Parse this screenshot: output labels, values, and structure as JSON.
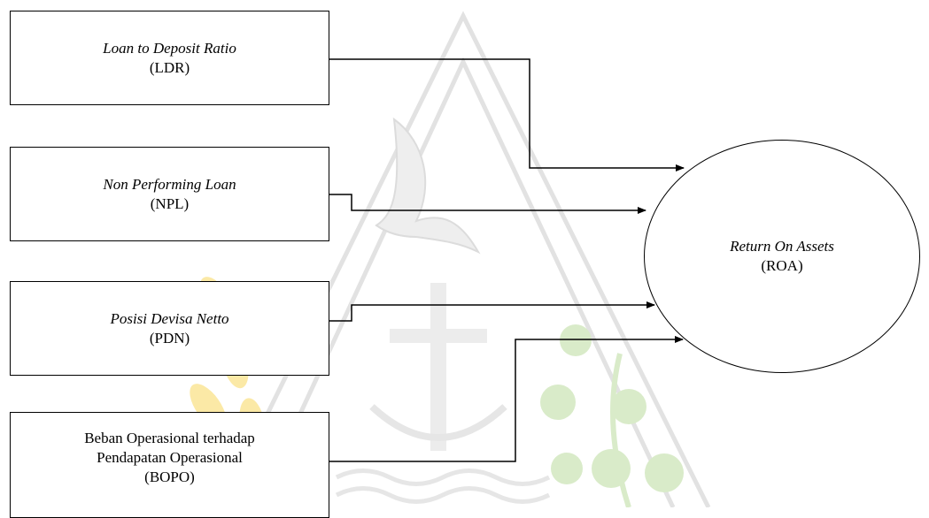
{
  "diagram": {
    "independent_variables": [
      {
        "name": "Loan to Deposit Ratio",
        "abbr": "(LDR)"
      },
      {
        "name": "Non Performing Loan",
        "abbr": "(NPL)"
      },
      {
        "name": "Posisi Devisa Netto",
        "abbr": "(PDN)"
      },
      {
        "name_line1": "Beban Operasional terhadap",
        "name_line2": "Pendapatan Operasional",
        "abbr": "(BOPO)"
      }
    ],
    "dependent_variable": {
      "name": "Return On Assets",
      "abbr": "(ROA)"
    }
  },
  "colors": {
    "line": "#000000",
    "watermark_gray": "#e2e2e2",
    "watermark_gold": "#fbe9a6",
    "watermark_green": "#d9ebc9"
  }
}
